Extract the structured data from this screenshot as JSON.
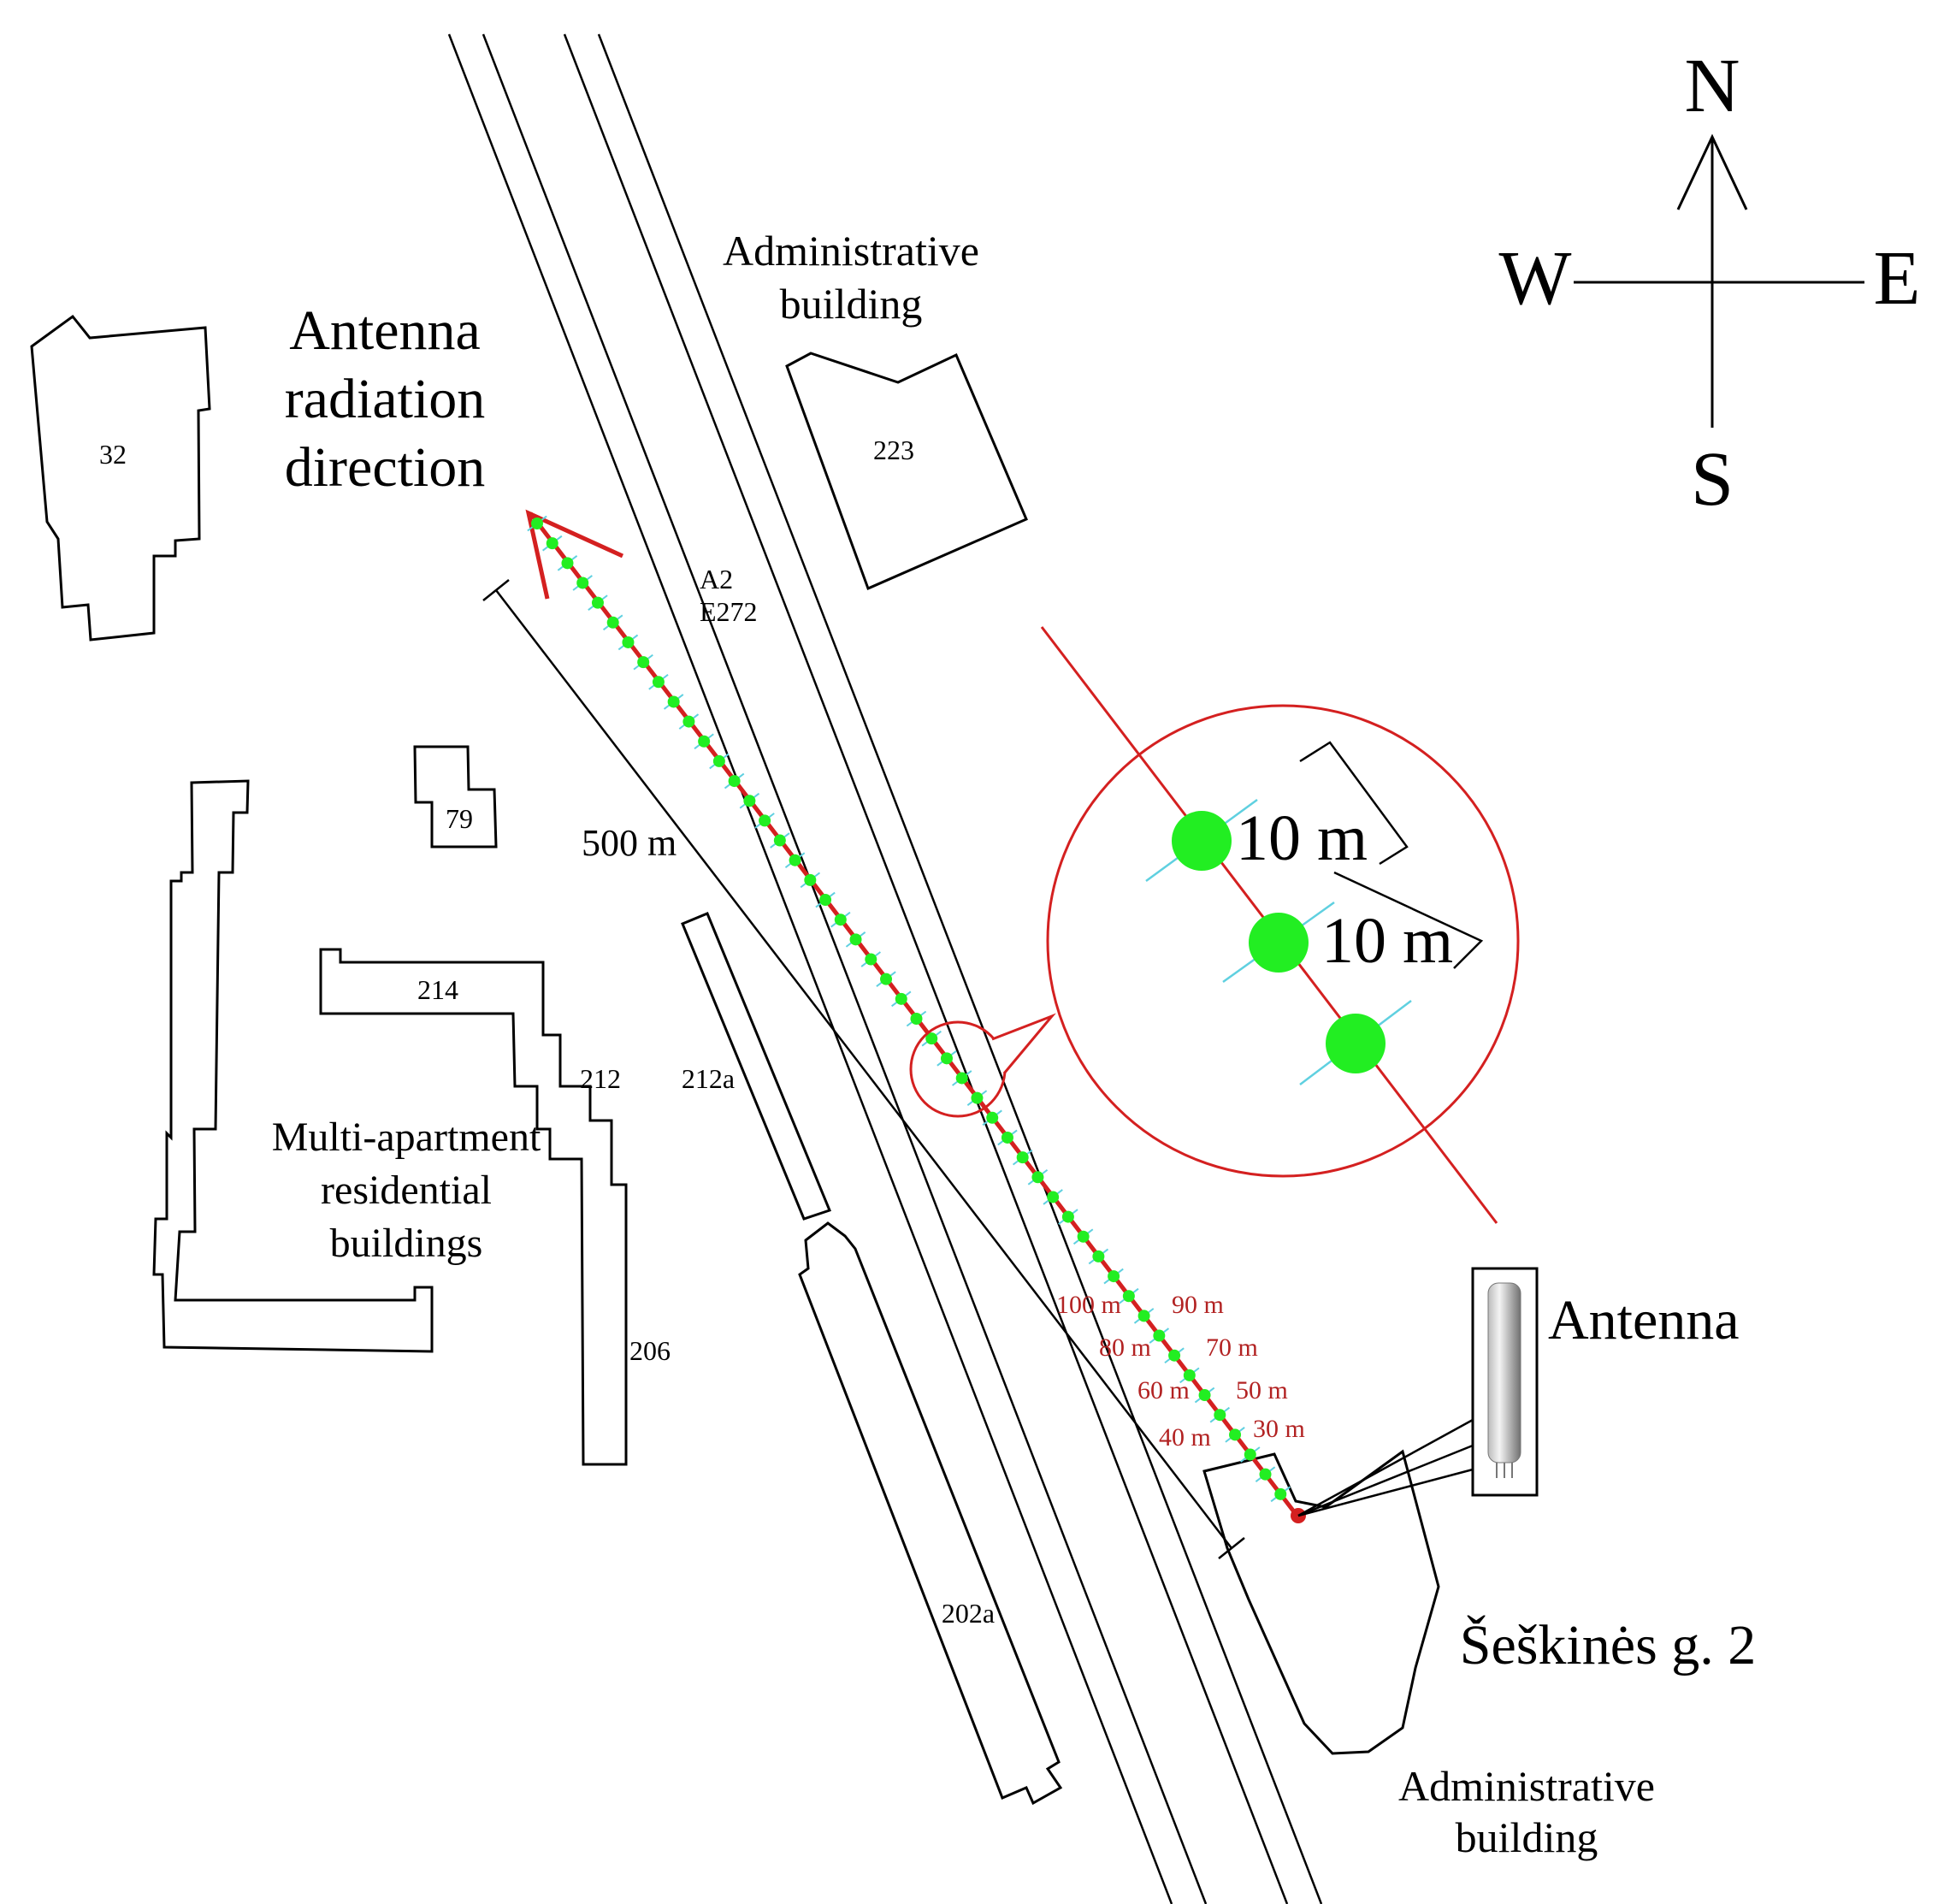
{
  "compass": {
    "north": "N",
    "south": "S",
    "west": "W",
    "east": "E"
  },
  "labels": {
    "radiation_1": "Antenna",
    "radiation_2": "radiation",
    "radiation_3": "direction",
    "admin_top_1": "Administrative",
    "admin_top_2": "building",
    "admin_bottom_1": "Administrative",
    "admin_bottom_2": "building",
    "residential_1": "Multi-apartment",
    "residential_2": "residential",
    "residential_3": "buildings",
    "road_1": "A2",
    "road_2": "E272",
    "scale": "500 m",
    "antenna": "Antenna",
    "address": "Šeškinės g. 2",
    "inset_10m_a": "10 m",
    "inset_10m_b": "10 m"
  },
  "buildings": [
    "32",
    "79",
    "214",
    "212",
    "212a",
    "206",
    "223",
    "202a"
  ],
  "distances": [
    "100 m",
    "90 m",
    "80 m",
    "70 m",
    "60 m",
    "50 m",
    "40 m",
    "30 m"
  ],
  "colors": {
    "radiation": "#d42020",
    "points": "#22ee22",
    "ticks": "#5fd0e0",
    "distance_text": "#b22222"
  }
}
